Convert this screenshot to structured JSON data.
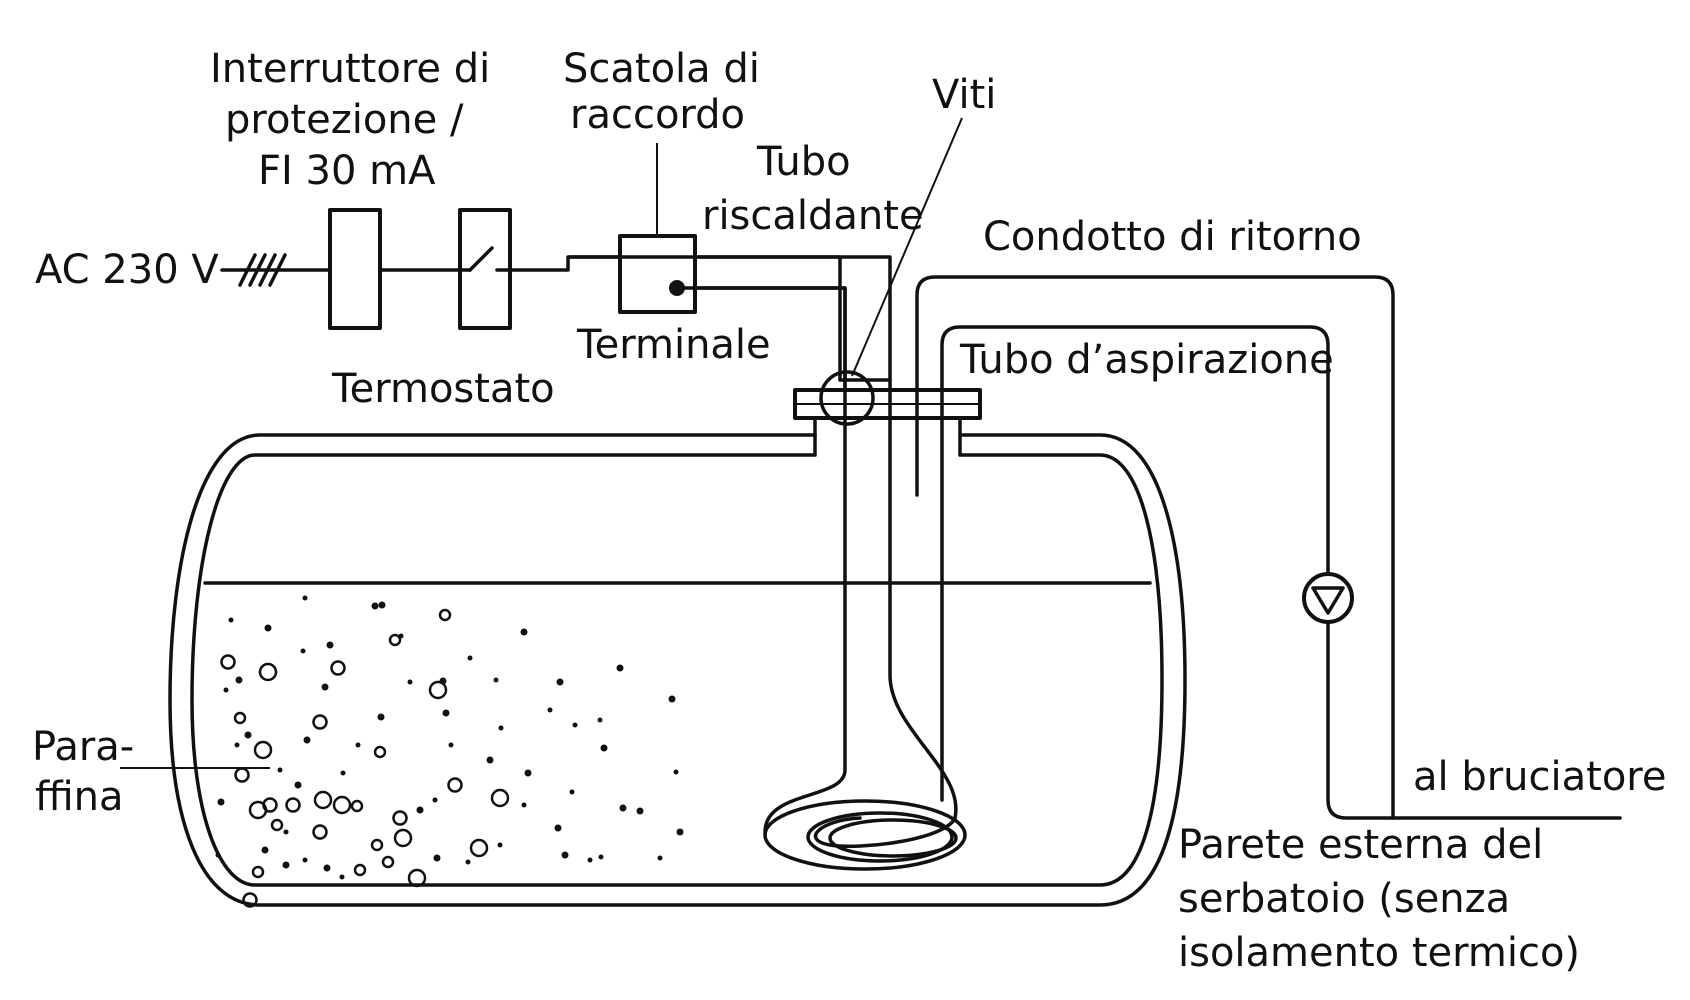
{
  "labels": {
    "ac": "AC 230 V",
    "interruttore": [
      "Interruttore di",
      "protezione /",
      "FI 30 mA"
    ],
    "termostato": "Termostato",
    "scatola": [
      "Scatola di",
      "raccordo"
    ],
    "terminale": "Terminale",
    "tubo_riscaldante": [
      "Tubo",
      "riscaldante"
    ],
    "viti": "Viti",
    "condotto_ritorno": "Condotto di ritorno",
    "tubo_aspirazione": "Tubo d’aspirazione",
    "al_bruciatore": "al bruciatore",
    "paraffina": [
      "Para-",
      "ffina"
    ],
    "parete": [
      "Parete esterna del",
      "serbatoio (senza",
      "isolamento termico)"
    ]
  },
  "colors": {
    "line": "#111111",
    "background": "#ffffff"
  }
}
